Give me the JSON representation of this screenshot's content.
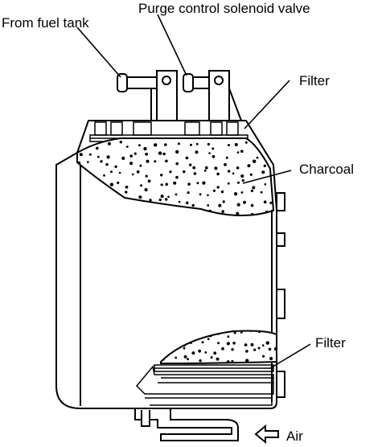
{
  "labels": {
    "from_fuel_tank": "From fuel tank",
    "purge_valve": "Purge control solenoid valve",
    "filter_top": "Filter",
    "charcoal": "Charcoal",
    "filter_bottom": "Filter",
    "air": "Air"
  },
  "colors": {
    "ink": "#000000",
    "paper": "#ffffff"
  },
  "icons": {
    "air_arrow": "outline-arrow-left-icon"
  }
}
